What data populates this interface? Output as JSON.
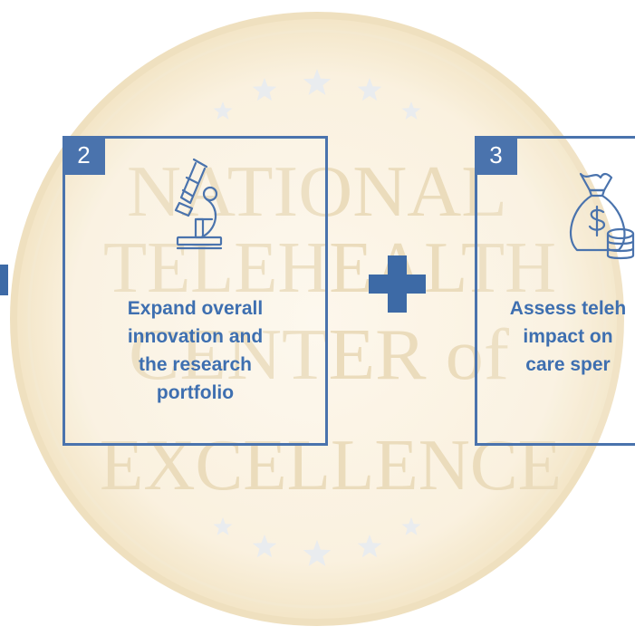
{
  "colors": {
    "accent": "#4a73ad",
    "title_text": "#3e6fb0",
    "watermark": "#c9a35a"
  },
  "watermark": {
    "lines": [
      "NATIONAL",
      "TELEHEALTH",
      "CENTER of",
      "EXCELLENCE"
    ]
  },
  "cards": [
    {
      "number": "2",
      "icon": "microscope-icon",
      "title_lines": [
        "Expand overall",
        "innovation and",
        "the research",
        "portfolio"
      ]
    },
    {
      "number": "3",
      "icon": "money-bag-icon",
      "title_lines": [
        "Assess teleh",
        "impact on",
        "care sper"
      ]
    }
  ],
  "connector": {
    "icon": "plus-icon"
  }
}
